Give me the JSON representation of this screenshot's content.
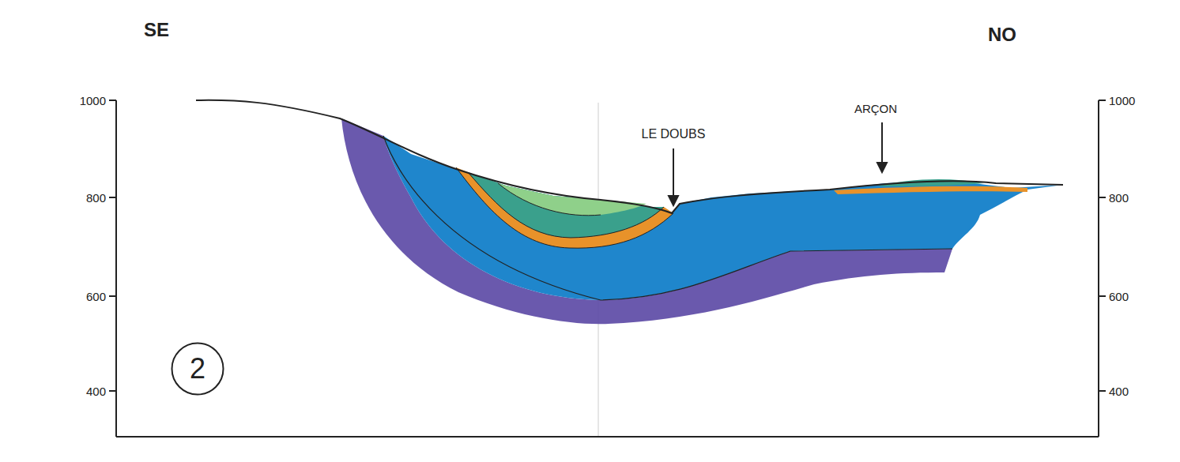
{
  "diagram": {
    "nodes": [
      {
        "text": [
          "2"
        ]
      }
    ],
    "labels": [
      "SE",
      "NO",
      "1000",
      "800",
      "600",
      "400",
      "1000",
      "800",
      "600",
      "400",
      "LE DOUBS",
      "ARÇON"
    ]
  }
}
